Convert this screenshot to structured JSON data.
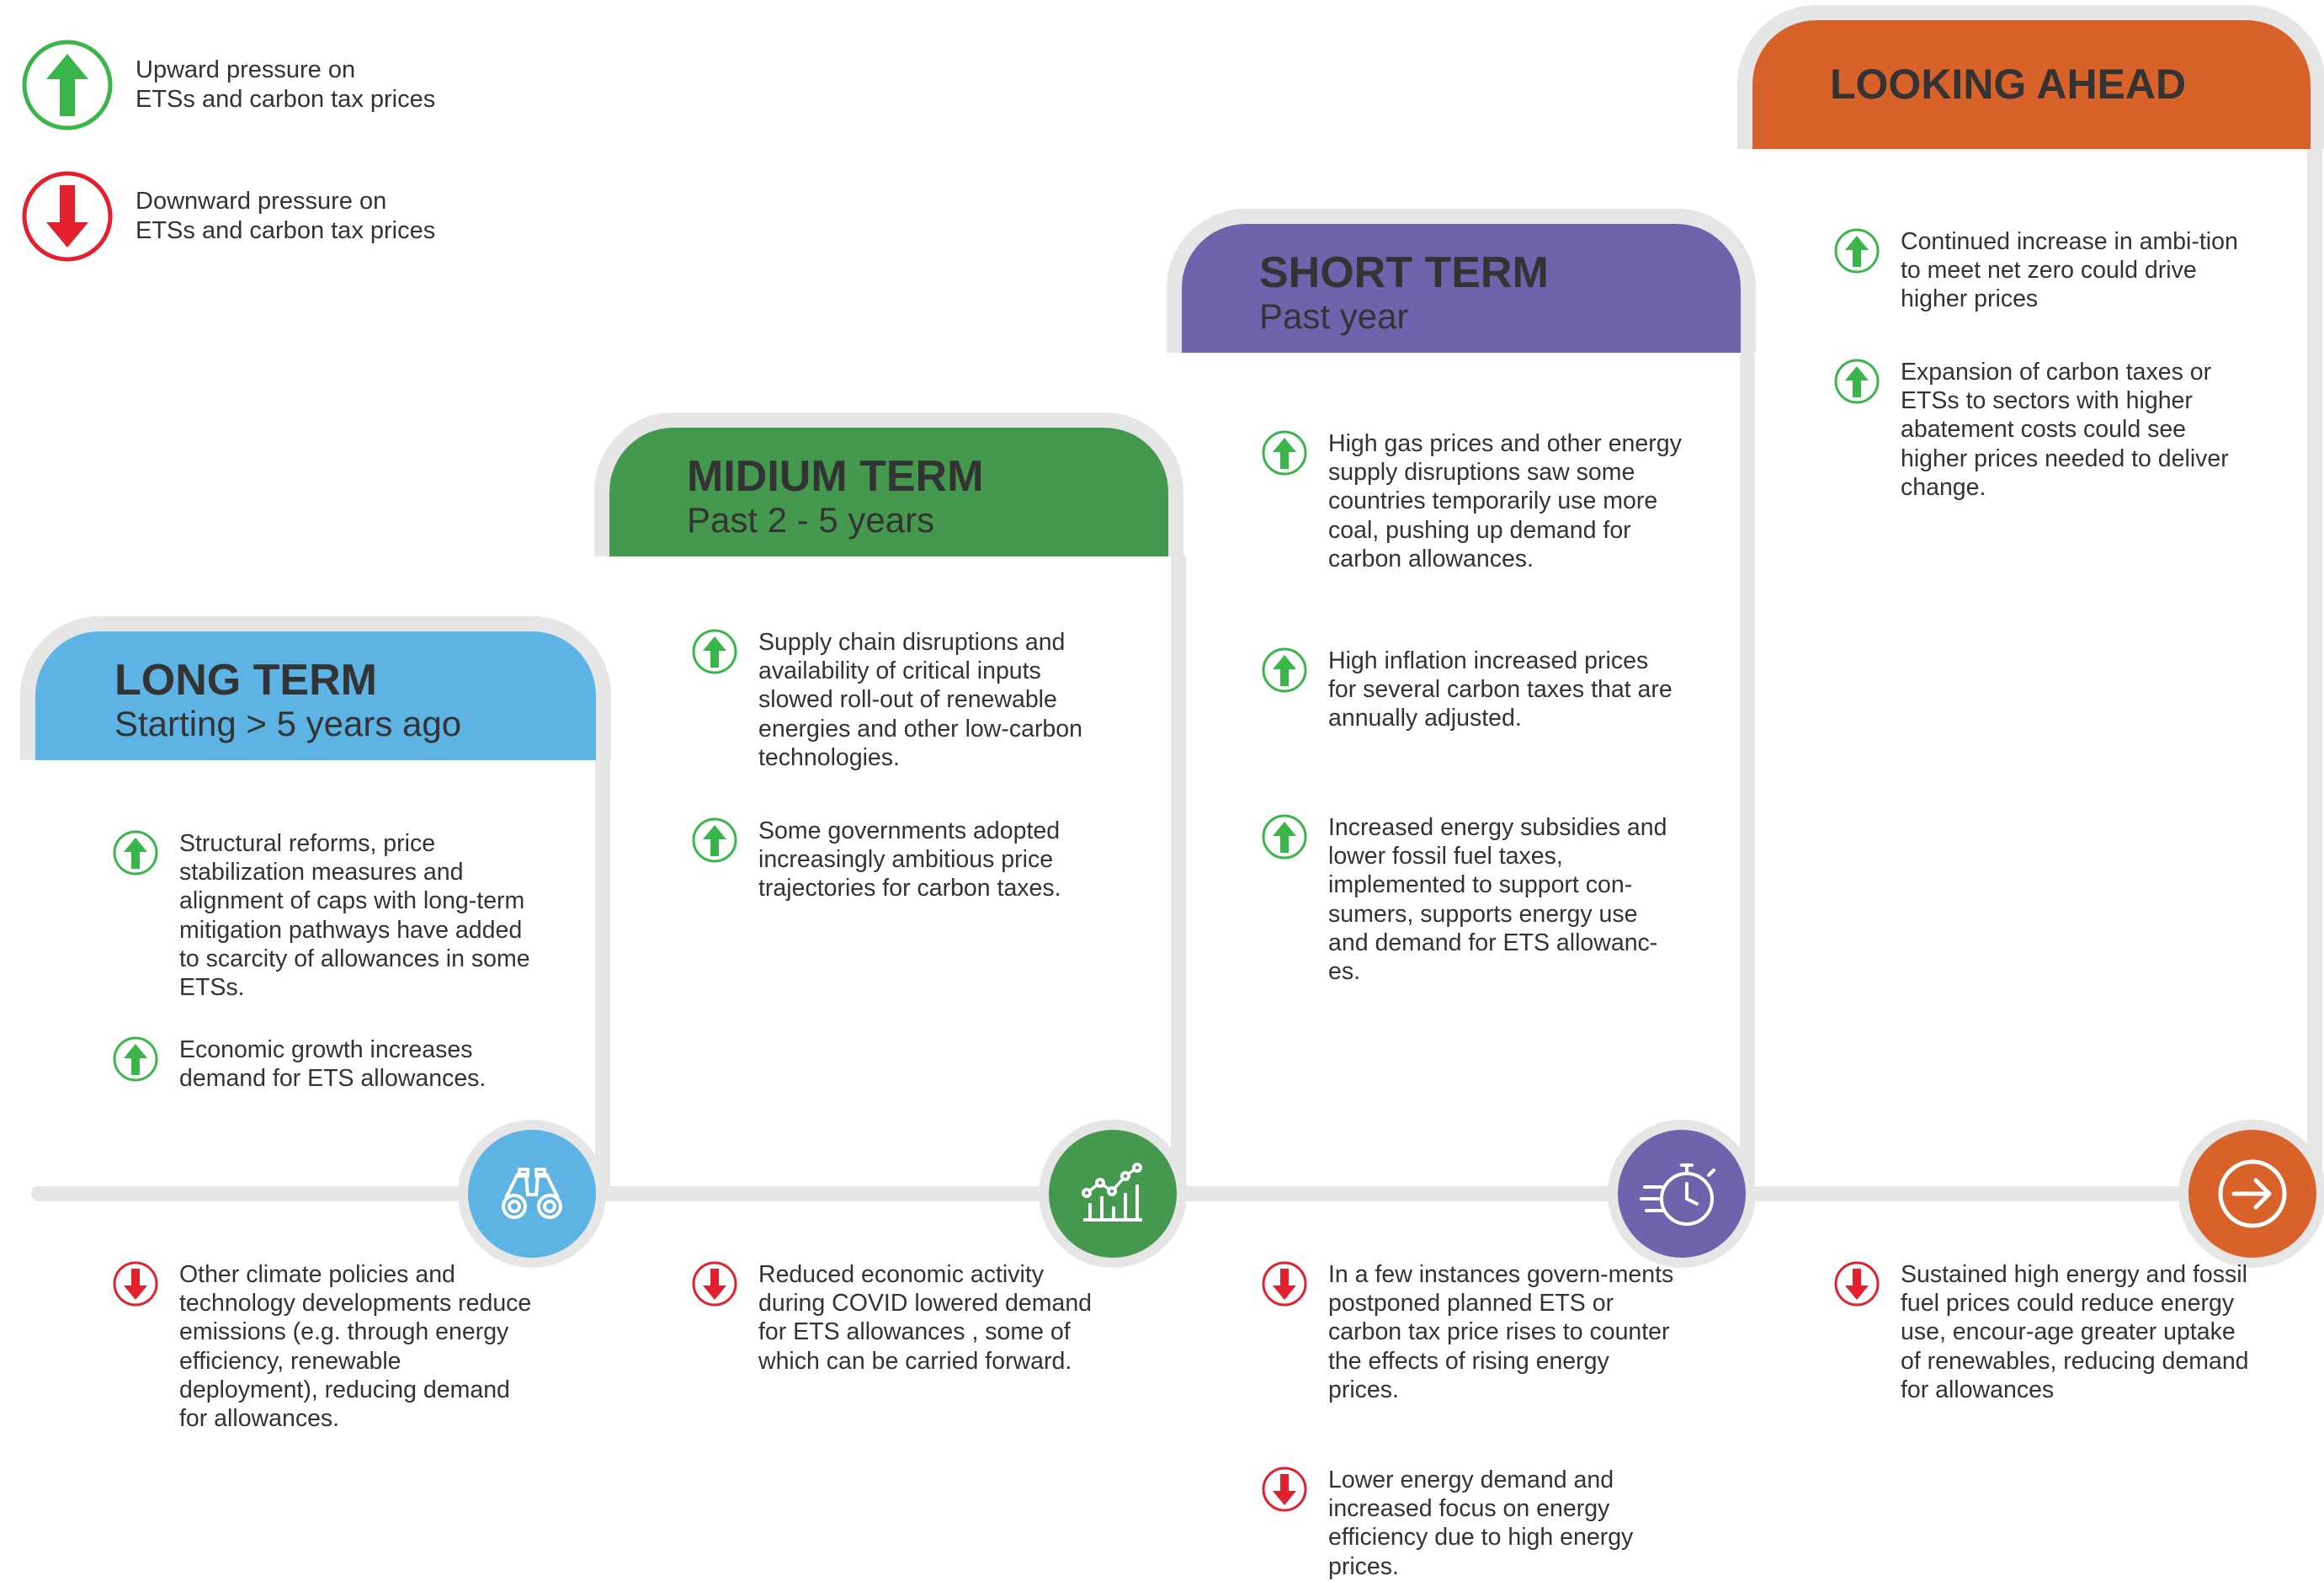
{
  "legend": [
    {
      "direction": "up",
      "text": "Upward pressure on\nETSs and carbon tax prices",
      "color": "#39b54a"
    },
    {
      "direction": "down",
      "text": "Downward pressure on\nETSs and carbon tax prices",
      "color": "#e5202e"
    }
  ],
  "phases": [
    {
      "title": "LONG TERM",
      "subtitle": "Starting > 5 years ago",
      "color": "#5db3e4",
      "icon": "binoculars-icon",
      "upward": [
        "Structural reforms, price stabilization measures and alignment of caps with long-term mitigation pathways have added to scarcity of allowances in some ETSs.",
        "Economic growth increases demand for ETS allowances."
      ],
      "downward": [
        "Other climate policies and technology developments reduce emissions (e.g. through energy efficiency, renewable deployment), reducing demand for allowances."
      ]
    },
    {
      "title": "MIDIUM TERM",
      "subtitle": "Past 2 - 5 years",
      "color": "#45994f",
      "icon": "rising-chart-icon",
      "upward": [
        "Supply chain disruptions and availability of critical inputs slowed roll-out of renewable energies and other low-carbon technologies.",
        "Some governments adopted increasingly ambitious price trajectories for carbon taxes."
      ],
      "downward": [
        "Reduced economic activity during COVID lowered demand for ETS allowances , some of which can be carried forward."
      ]
    },
    {
      "title": "SHORT TERM",
      "subtitle": "Past year",
      "color": "#6f63ad",
      "icon": "stopwatch-icon",
      "upward": [
        "High gas prices and other energy supply disruptions saw some countries temporarily use more coal, pushing up demand for carbon allowances.",
        "High inflation increased prices for several carbon taxes that are annually adjusted.",
        "Increased energy subsidies and lower fossil fuel taxes, implemented to support con-sumers, supports energy use and demand for ETS allowanc-es."
      ],
      "downward": [
        "In a few instances govern-ments postponed planned ETS or carbon tax price rises to counter the effects of rising energy prices.",
        "Lower energy demand and increased focus on energy efficiency due to high energy prices."
      ]
    },
    {
      "title": "LOOKING AHEAD",
      "subtitle": "",
      "color": "#d9622b",
      "icon": "arrow-right-circle-icon",
      "upward": [
        "Continued increase in ambi-tion to meet net zero could drive higher prices",
        "Expansion of carbon taxes or ETSs to sectors with higher abatement costs could see higher prices needed to deliver change."
      ],
      "downward": [
        "Sustained high energy and fossil fuel prices could reduce energy use, encour-age greater uptake of renewables, reducing demand for allowances"
      ]
    }
  ]
}
